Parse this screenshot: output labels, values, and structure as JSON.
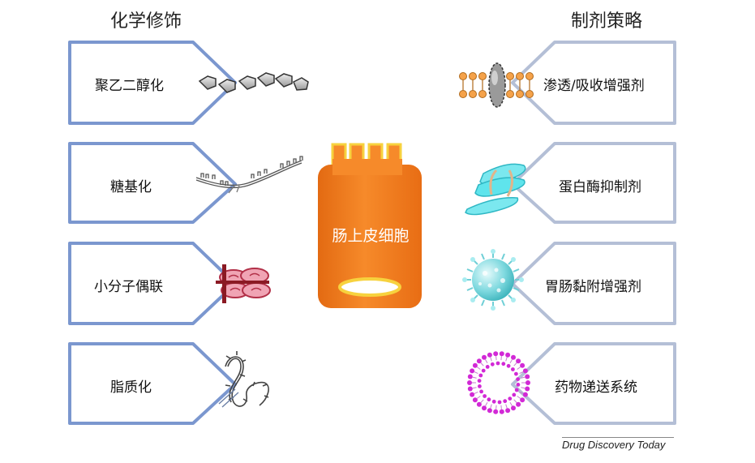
{
  "left_title": "化学修饰",
  "right_title": "制剂策略",
  "left_items": [
    "聚乙二醇化",
    "糖基化",
    "小分子偶联",
    "脂质化"
  ],
  "right_items": [
    "渗透/吸收增强剂",
    "蛋白酶抑制剂",
    "胃肠黏附增强剂",
    "药物递送系统"
  ],
  "center_label": "肠上皮细胞",
  "footer": "Drug Discovery Today",
  "colors": {
    "left_border": "#7b97cf",
    "right_border": "#b4bfd6",
    "cell_orange": "#f47f20",
    "cell_yellow": "#f7d23e",
    "lipid_orange": "#f5a24a",
    "protease_cyan": "#5fe4ec",
    "mucoadhesive_cyan": "#7fd9df",
    "nanoparticle_magenta": "#d229d6",
    "conjugate_red": "#c0283c"
  }
}
